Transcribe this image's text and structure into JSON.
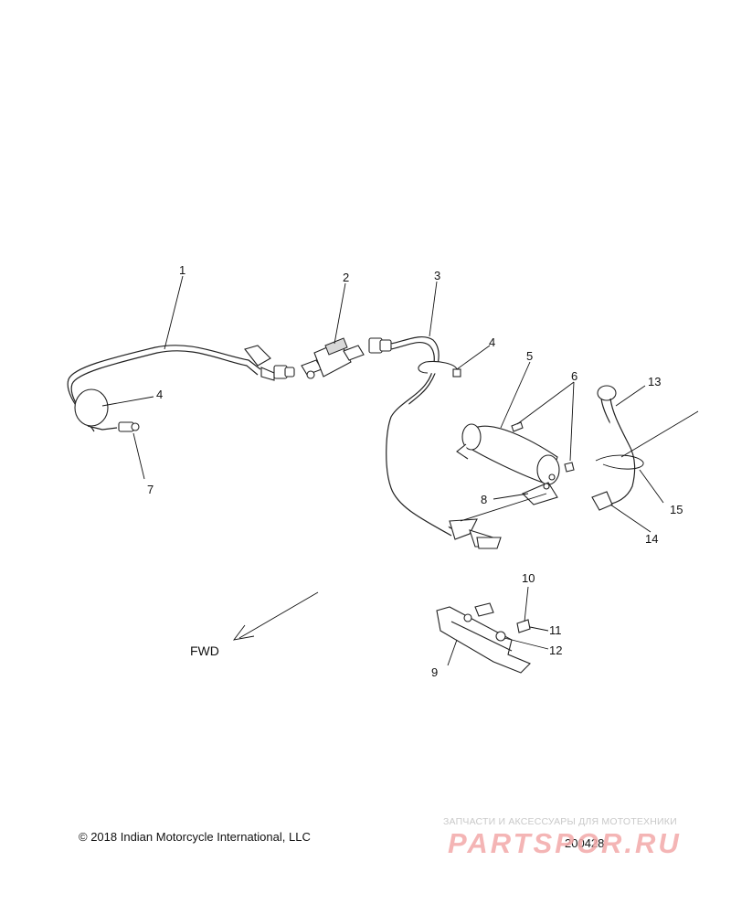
{
  "diagram": {
    "callouts": [
      "1",
      "2",
      "3",
      "4",
      "5",
      "6",
      "7",
      "8",
      "4",
      "13",
      "15",
      "14",
      "10",
      "11",
      "12",
      "9"
    ],
    "direction_label": "FWD"
  },
  "footer": {
    "copyright": "© 2018 Indian Motorcycle International, LLC",
    "drawing_number": "200428"
  },
  "watermark": {
    "caption": "ЗАПЧАСТИ И АКСЕССУАРЫ ДЛЯ МОТОТЕХНИКИ",
    "logo": "PARTSPOR.RU"
  },
  "colors": {
    "line": "#222222",
    "watermark_logo": "#f3a9a9",
    "watermark_caption": "#c9c9c9"
  }
}
